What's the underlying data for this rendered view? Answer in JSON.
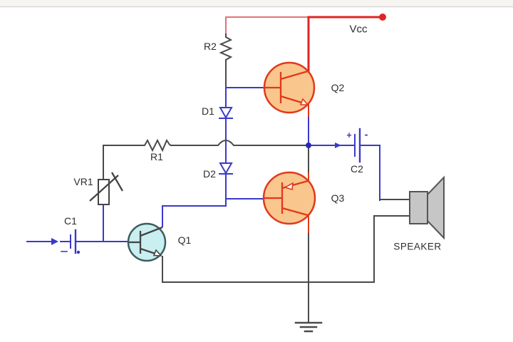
{
  "diagram": {
    "kind": "circuit-schematic"
  },
  "components": {
    "vcc": {
      "label": "Vcc"
    },
    "r1": {
      "label": "R1"
    },
    "r2": {
      "label": "R2"
    },
    "vr1": {
      "label": "VR1"
    },
    "c1": {
      "label": "C1"
    },
    "c2": {
      "label": "C2",
      "plus_sign": "+",
      "minus_sign": "-"
    },
    "d1": {
      "label": "D1"
    },
    "d2": {
      "label": "D2"
    },
    "q1": {
      "label": "Q1"
    },
    "q2": {
      "label": "Q2"
    },
    "q3": {
      "label": "Q3"
    },
    "speaker": {
      "label": "SPEAKER"
    }
  },
  "colors": {
    "wire_blue": "#3a3ac8",
    "wire_dark": "#4a4a4a",
    "rail_red": "#e02424",
    "rail_red_light": "#e57272",
    "node_blue": "#2828b4",
    "transistor_fill_orange": "#f9c68e",
    "transistor_stroke_orange": "#e0391c",
    "transistor_fill_cyan": "#c9eff0",
    "transistor_stroke_cyan": "#3d5c5e",
    "internal_dark": "#444444",
    "speaker_fill": "#c6c6c6",
    "speaker_stroke": "#555555",
    "label_color": "#2e2e2e",
    "header_strip": "#f7f5f2",
    "header_line": "#d8d8d8",
    "background": "#ffffff"
  }
}
